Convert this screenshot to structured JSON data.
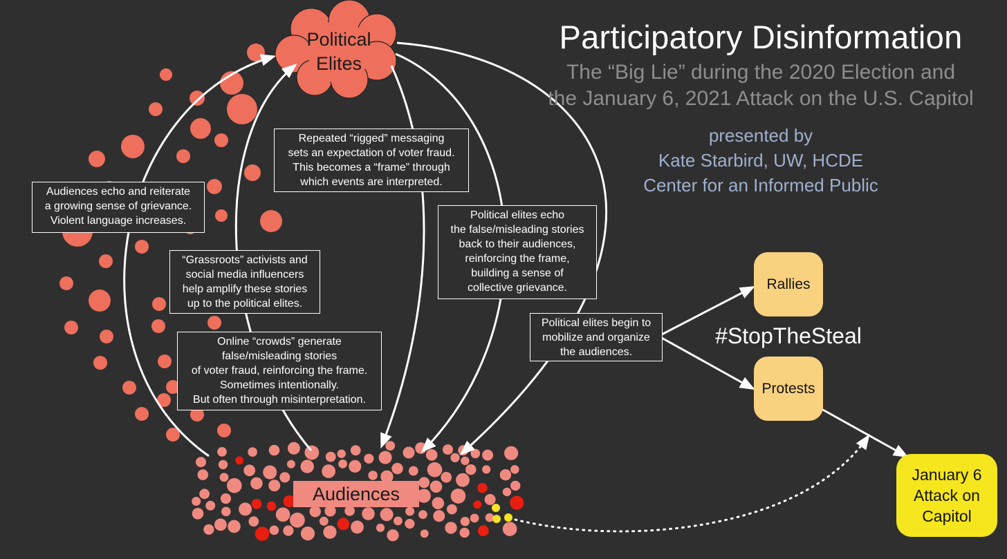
{
  "title": "Participatory Disinformation",
  "subtitle": [
    "The “Big Lie” during the 2020 Election and",
    "the January 6, 2021 Attack on the U.S. Capitol"
  ],
  "presenter": [
    "presented by",
    "Kate Starbird, UW, HCDE",
    "Center for an Informed Public"
  ],
  "nodes": {
    "political_elites": [
      "Political",
      "Elites"
    ],
    "audiences": "Audiences",
    "rallies": "Rallies",
    "protests": "Protests",
    "attack": [
      "January 6",
      "Attack on",
      "Capitol"
    ]
  },
  "hashtag": "#StopTheSteal",
  "notes": {
    "audiences_echo": [
      "Audiences echo and reiterate",
      "a growing sense of grievance.",
      "Violent language increases."
    ],
    "rigged_messaging": [
      "Repeated “rigged” messaging",
      "sets an expectation of voter fraud.",
      "This becomes a “frame” through",
      "which events are interpreted."
    ],
    "grassroots": [
      "“Grassroots” activists and",
      "social media influencers",
      "help amplify these stories",
      "up to the political elites."
    ],
    "elites_echo": [
      "Political elites echo",
      "the false/misleading stories",
      "back to their audiences,",
      "reinforcing the frame,",
      "building a sense of",
      "collective grievance."
    ],
    "online_crowds": [
      "Online “crowds” generate",
      "false/misleading stories",
      "of voter fraud, reinforcing the frame.",
      "Sometimes intentionally.",
      "But often through misinterpretation."
    ],
    "mobilize": [
      "Political elites begin to",
      "mobilize and organize",
      "the audiences."
    ]
  },
  "colors": {
    "background": "#2f2f2f",
    "elites_fill": "#ee6f5c",
    "audience_dot": "#f08a80",
    "audience_dot_hot": "#e81e10",
    "audience_dot_yellow": "#f3e226",
    "stage_box": "#f9d27f",
    "attack_box": "#f5e61d",
    "presenter_text": "#9fb0cf",
    "subtitle_text": "#8e8e8e"
  }
}
